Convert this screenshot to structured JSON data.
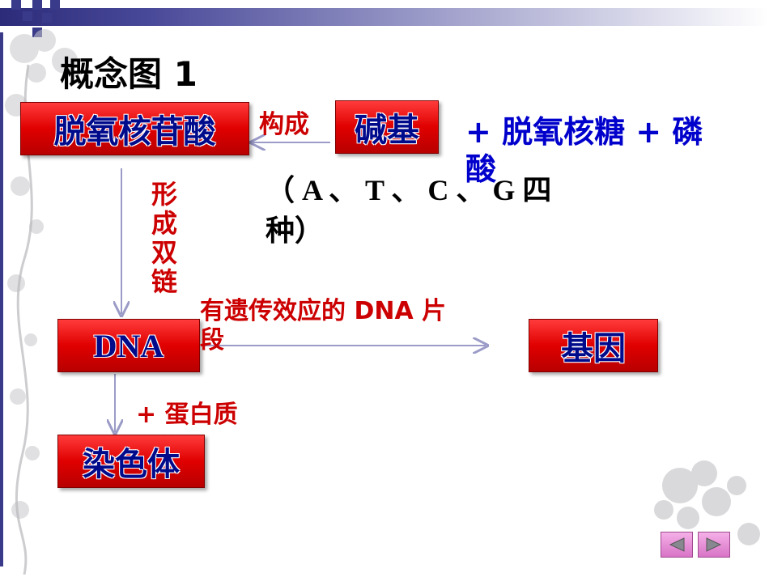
{
  "title": "概念图 1",
  "nodes": {
    "deoxynucleotide": "脱氧核苷酸",
    "base": "碱基",
    "dna": "DNA",
    "gene": "基因",
    "chromosome": "染色体"
  },
  "labels": {
    "compose": "构成",
    "form_double_strand": [
      "形",
      "成",
      "双",
      "链"
    ],
    "hereditary_segment_line1": "有遗传效应的 DNA 片",
    "hereditary_segment_line2": "段",
    "plus_protein": "+ 蛋白质",
    "plus_sugar_line1": "+ 脱氧核糖 + 磷",
    "plus_sugar_line2": "酸",
    "bases_line1": "（ A 、 T 、 C 、 G 四",
    "bases_line2": "种）"
  },
  "colors": {
    "box_red": "#e00000",
    "box_text_blue": "#000b8c",
    "label_red": "#cc0000",
    "label_blue": "#0000cc",
    "arrow": "#9b9bc8"
  },
  "nav": {
    "prev_icon": "triangle-left-icon",
    "next_icon": "triangle-right-icon"
  }
}
